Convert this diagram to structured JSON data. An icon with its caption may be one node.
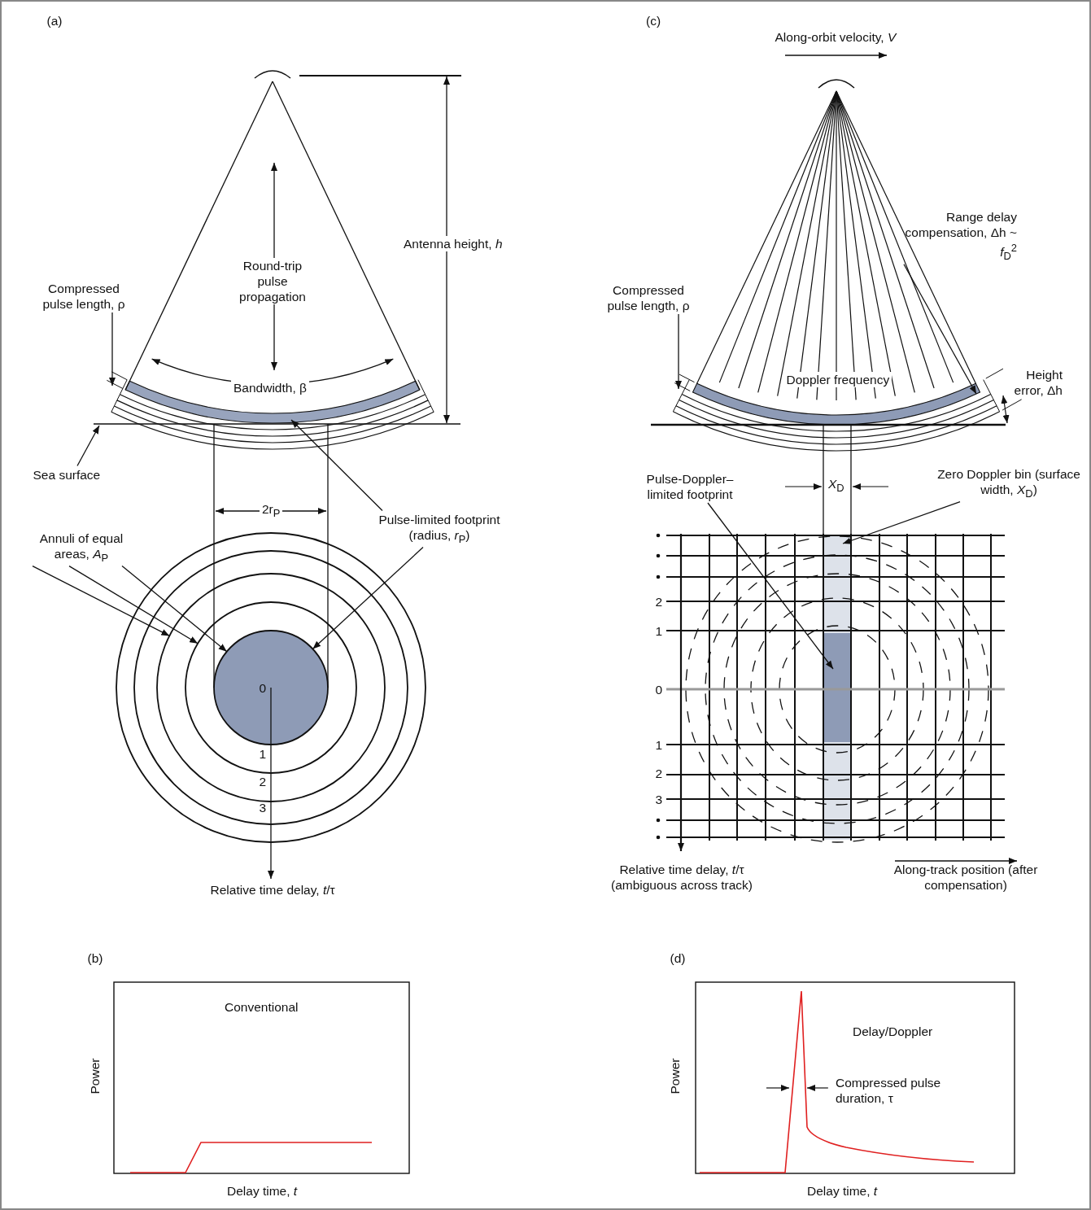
{
  "diagram": {
    "nodes": [
      {
        "text": [
          "Compressed pulse length, ρ"
        ]
      },
      {
        "text": [
          "Sea surface"
        ]
      },
      {
        "text": [
          "Annuli of equal areas, *A*$_{P}$"
        ]
      },
      {
        "text": [
          "Pulse-limited footprint (radius, *r*$_{P}$)"
        ]
      },
      {
        "text": [],
        "shape": "band"
      },
      {
        "text": [],
        "shape": "line"
      },
      {
        "text": [],
        "shape": "circle"
      },
      {
        "text": [],
        "shape": "circle",
        "in": 6
      },
      {
        "text": [],
        "shape": "circle",
        "in": 7
      },
      {
        "text": [
          "Compressed pulse length, ρ"
        ]
      },
      {
        "text": [
          "Range delay compensation, Δh ~ *f*$_{D}$$^{2}$"
        ]
      },
      {
        "text": [
          "Pulse-Doppler–limited footprint"
        ]
      },
      {
        "text": [
          "Zero Doppler bin (surface width, *X*$_{D}$)"
        ]
      },
      {
        "text": [],
        "shape": "band"
      },
      {
        "text": [],
        "shape": "bar"
      },
      {
        "text": [],
        "shape": "bar",
        "in": 14
      }
    ],
    "edges": [
      {
        "from": 0,
        "to": 4,
        "arrow": "to"
      },
      {
        "from": 1,
        "to": 5,
        "arrow": "to"
      },
      {
        "from": 2,
        "to": 6,
        "arrow": "to"
      },
      {
        "from": 2,
        "to": 7,
        "arrow": "to"
      },
      {
        "from": 2,
        "to": 8,
        "arrow": "to"
      },
      {
        "from": 3,
        "to": 4,
        "arrow": "to"
      },
      {
        "from": 3,
        "to": 8,
        "arrow": "to"
      },
      {
        "from": 9,
        "to": 13,
        "arrow": "to"
      },
      {
        "from": 10,
        "to": 13,
        "arrow": "to"
      },
      {
        "from": 11,
        "to": 15,
        "arrow": "to"
      },
      {
        "from": 12,
        "to": 14,
        "arrow": "to"
      },
      {
        "from": 4,
        "to": 8,
        "arrow": "none"
      },
      {
        "from": 4,
        "to": 8,
        "arrow": "none"
      },
      {
        "from": 13,
        "to": 14,
        "arrow": "none"
      },
      {
        "from": 13,
        "to": 14,
        "arrow": "none"
      }
    ],
    "labels": [
      "(a)",
      "Antenna height, *h*",
      "Round-trip pulse propagation",
      "Bandwidth, β",
      "2r$_{P}$",
      "0",
      "1",
      "2",
      "3",
      "Relative time delay, *t*/τ",
      "(c)",
      "Along-orbit velocity, *V*",
      "Doppler frequency",
      "Height error, Δh",
      "*X*$_{D}$",
      "2",
      "1",
      "0",
      "1",
      "2",
      "3",
      "Relative time delay, *t*/τ (ambiguous across track)",
      "Along-track position (after compensation)",
      "(b)",
      "Conventional",
      "Power",
      "Delay time, *t*",
      "(d)",
      "Delay/Doppler",
      "Power",
      "Compressed pulse duration, τ",
      "Delay time, *t*"
    ]
  }
}
